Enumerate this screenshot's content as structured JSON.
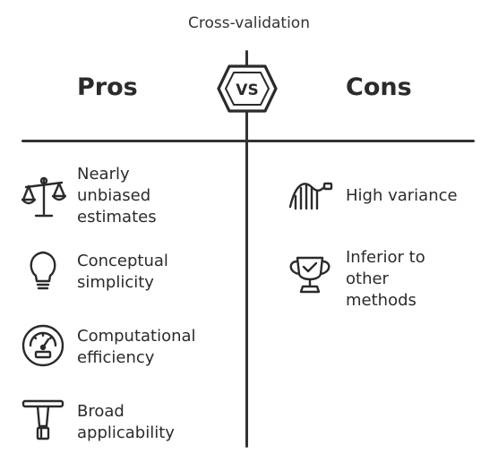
{
  "title": "Cross-validation",
  "vs_label": "VS",
  "pros": {
    "heading": "Pros",
    "items": [
      {
        "label": "Nearly\nunbiased\nestimates",
        "icon": "balance-scale-icon"
      },
      {
        "label": "Conceptual\nsimplicity",
        "icon": "lightbulb-icon"
      },
      {
        "label": "Computational\nefficiency",
        "icon": "speedometer-icon"
      },
      {
        "label": "Broad\napplicability",
        "icon": "t-handle-tool-icon"
      }
    ]
  },
  "cons": {
    "heading": "Cons",
    "items": [
      {
        "label": "High variance",
        "icon": "roller-coaster-icon"
      },
      {
        "label": "Inferior to\nother\nmethods",
        "icon": "trophy-icon"
      }
    ]
  },
  "colors": {
    "ink": "#2b2b2b",
    "background": "#ffffff"
  }
}
